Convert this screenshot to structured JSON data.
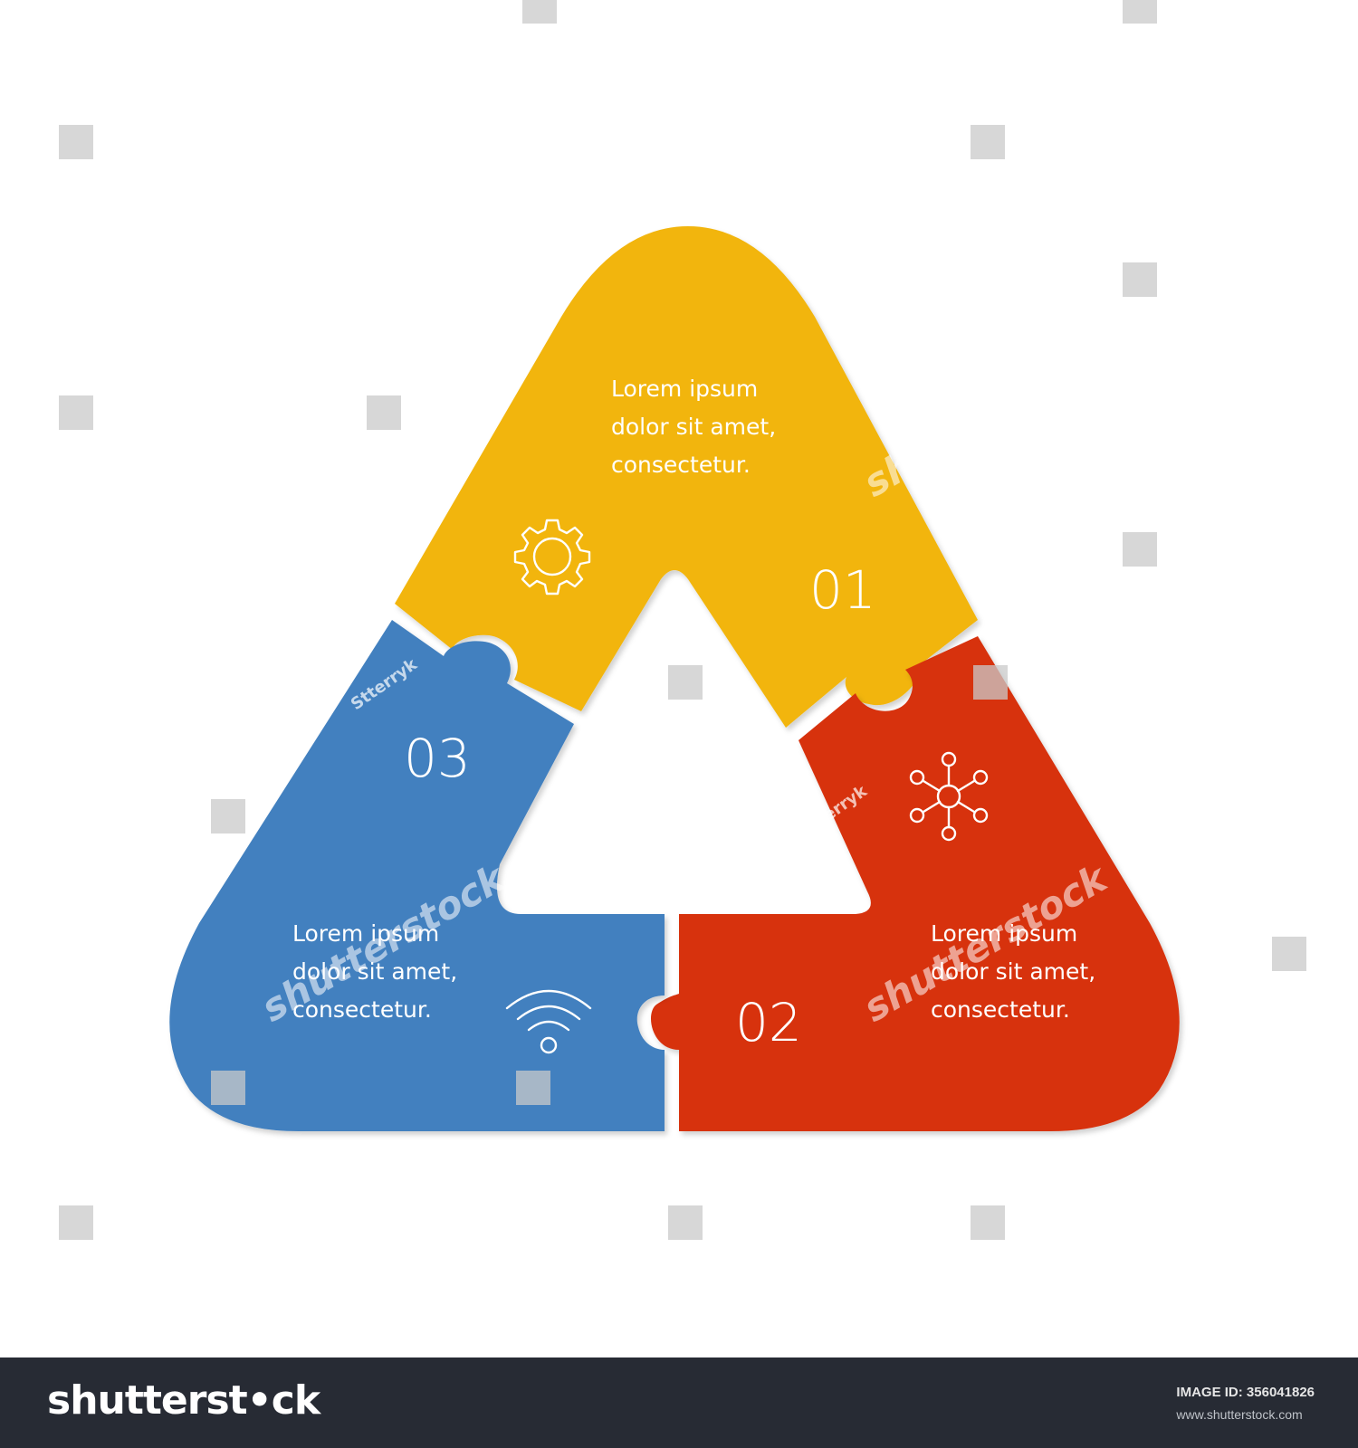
{
  "diagram": {
    "colors": {
      "segment_01": "#f2b50c",
      "segment_02": "#d7320e",
      "segment_03": "#4280bf",
      "text": "#ffffff"
    },
    "segments": [
      {
        "number": "01",
        "lines": [
          "Lorem ipsum",
          "dolor sit amet,",
          "consectetur."
        ],
        "icon": "gear-icon"
      },
      {
        "number": "02",
        "lines": [
          "Lorem ipsum",
          "dolor sit amet,",
          "consectetur."
        ],
        "icon": "network-hub-icon"
      },
      {
        "number": "03",
        "lines": [
          "Lorem ipsum",
          "dolor sit amet,",
          "consectetur."
        ],
        "icon": "wifi-icon"
      }
    ]
  },
  "watermark": {
    "brand": "shutterstock",
    "author": "Stterryk"
  },
  "footer": {
    "logo": "shutterst•ck",
    "image_id_label": "IMAGE ID: 356041826",
    "url": "www.shutterstock.com"
  }
}
